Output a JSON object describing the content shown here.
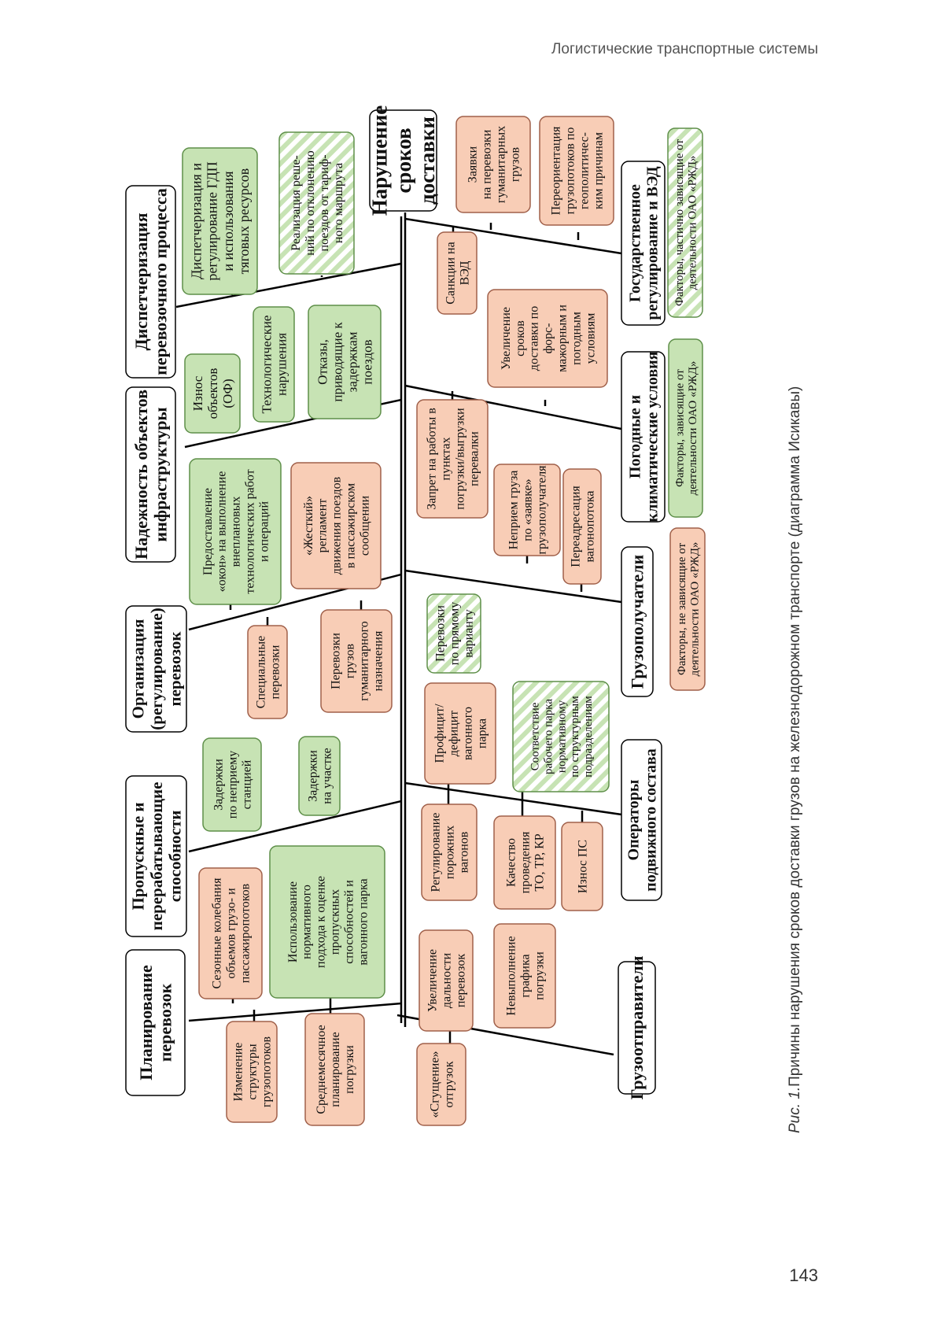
{
  "header": {
    "title": "Логистические транспортные системы"
  },
  "page_number": "143",
  "caption": {
    "prefix": "Рис. 1.",
    "text": "Причины нарушения сроков доставки грузов на железнодорожном транспорте (диаграмма Исикавы)"
  },
  "colors": {
    "green_fill": "#c7e3b4",
    "green_stroke": "#5e8f49",
    "orange_fill": "#f8cdb6",
    "orange_stroke": "#a0604a",
    "hatch_a": "#ffffff",
    "hatch_b": "#c7e3b4",
    "line": "#000000"
  },
  "diagram": {
    "effect": {
      "text": "Нарушение\nсроков\nдоставки"
    },
    "categories": [
      {
        "id": "c1",
        "text": "Диспетчеризация\nперевозочного процесса"
      },
      {
        "id": "c2",
        "text": "Надежность объектов\nинфраструктуры"
      },
      {
        "id": "c3",
        "text": "Организация\n(регулирование)\nперевозок"
      },
      {
        "id": "c4",
        "text": "Пропускные и\nперерабатывающие\nспособности"
      },
      {
        "id": "c5",
        "text": "Планирование\nперевозок"
      },
      {
        "id": "c6",
        "text": "Государственное\nрегулирование и ВЭД"
      },
      {
        "id": "c7",
        "text": "Погодные и\nклиматические условия"
      },
      {
        "id": "c8",
        "text": "Грузополучатели"
      },
      {
        "id": "c9",
        "text": "Операторы\nподвижного состава"
      },
      {
        "id": "c10",
        "text": "Грузоотправители"
      }
    ],
    "causes": [
      {
        "id": "a1",
        "type": "green",
        "text": "Диспетчеризация и\nрегулирование ГДП\nи использования\nтяговых ресурсов"
      },
      {
        "id": "a2",
        "type": "hatched",
        "text": "Реализация реше-\nний по отклонению\nпоездов от тариф-\nного маршрута"
      },
      {
        "id": "a3",
        "type": "green",
        "text": "Износ\nобъектов\n(ОФ)"
      },
      {
        "id": "a4",
        "type": "green",
        "text": "Технологические\nнарушения"
      },
      {
        "id": "a5",
        "type": "green",
        "text": "Отказы,\nприводящие к\nзадержкам\nпоездов"
      },
      {
        "id": "a6",
        "type": "green",
        "text": "Предоставление\n«окон» на выполнение\nвнеплановых\nтехнологических работ\nи операций"
      },
      {
        "id": "a7",
        "type": "orange",
        "text": "«Жесткий»\nрегламент\nдвижения поездов\nв пассажирском\nсообщении"
      },
      {
        "id": "a8",
        "type": "orange",
        "text": "Специальные\nперевозки"
      },
      {
        "id": "a9",
        "type": "orange",
        "text": "Перевозки\nгрузов\nгуманитарного\nназначения"
      },
      {
        "id": "a10",
        "type": "green",
        "text": "Задержки\nпо неприему\nстанцией"
      },
      {
        "id": "a11",
        "type": "green",
        "text": "Задержки\nна участке"
      },
      {
        "id": "a12",
        "type": "orange",
        "text": "Сезонные колебания\nобъемов грузо- и\nпассажиропотоков"
      },
      {
        "id": "a13",
        "type": "green",
        "text": "Использование\nнормативного\nподхода к оценке\nпропускных\nспособностей и\nвагонного парка"
      },
      {
        "id": "a14",
        "type": "orange",
        "text": "Изменение\nструктуры\nгрузопотоков"
      },
      {
        "id": "a15",
        "type": "orange",
        "text": "Среднемесячное\nпланирование\nпогрузки"
      },
      {
        "id": "b1",
        "type": "orange",
        "text": "Заявки\nна перевозки\nгуманитарных\nгрузов"
      },
      {
        "id": "b2",
        "type": "orange",
        "text": "Переориентация\nгрузопотоков по\nгеополитичес-\nким причинам"
      },
      {
        "id": "b3",
        "type": "orange",
        "text": "Санкции на\nВЭД"
      },
      {
        "id": "b4",
        "type": "orange",
        "text": "Увеличение\nсроков\nдоставки по\nфорс-\nмажорным и\nпогодным\nусловиям"
      },
      {
        "id": "b5",
        "type": "orange",
        "text": "Запрет на работы в\nпунктах\nпогрузки/выгрузки\nперевалки"
      },
      {
        "id": "b6",
        "type": "orange",
        "text": "Неприем груза\nпо «заявке»\nгрузополучателя"
      },
      {
        "id": "b7",
        "type": "orange",
        "text": "Переадресация\nвагонопотока"
      },
      {
        "id": "b8",
        "type": "hatched",
        "text": "Перевозки\nпо прямому\nварианту"
      },
      {
        "id": "b9",
        "type": "orange",
        "text": "Профицит/\nдефицит\nвагонного\nпарка"
      },
      {
        "id": "b10",
        "type": "hatched",
        "text": "Соответствие\nрабочего парка\nнормативному\nпо структурным\nподразделениям"
      },
      {
        "id": "b11",
        "type": "orange",
        "text": "Регулирование\nпорожних\nвагонов"
      },
      {
        "id": "b12",
        "type": "orange",
        "text": "Качество\nпроведения\nТО, ТР, КР"
      },
      {
        "id": "b13",
        "type": "orange",
        "text": "Износ ПС"
      },
      {
        "id": "b14",
        "type": "orange",
        "text": "Увеличение\nдальности\nперевозок"
      },
      {
        "id": "b15",
        "type": "orange",
        "text": "Невыполнение\nграфика\nпогрузки"
      },
      {
        "id": "b16",
        "type": "orange",
        "text": "«Сгущение»\nотгрузок"
      }
    ],
    "legend": [
      {
        "id": "l1",
        "type": "hatched",
        "text": "Факторы, частично зависящие от\nдеятельности ОАО «РЖД»"
      },
      {
        "id": "l2",
        "type": "green",
        "text": "Факторы, зависящие от\nдеятельности ОАО «РЖД»"
      },
      {
        "id": "l3",
        "type": "orange",
        "text": "Факторы, не зависящие от\nдеятельности ОАО «РЖД»"
      }
    ]
  }
}
